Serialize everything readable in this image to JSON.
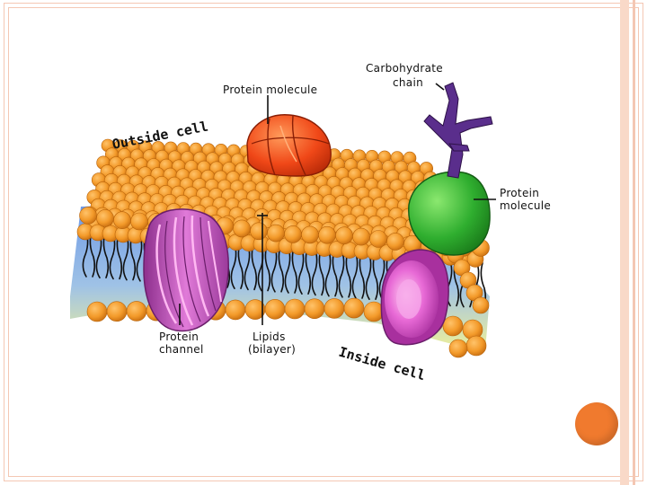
{
  "labels": {
    "protein_molecule_top": "Protein molecule",
    "carbohydrate_chain_line1": "Carbohydrate",
    "carbohydrate_chain_line2": "chain",
    "outside_cell": "Outside cell",
    "protein_molecule_right_line1": "Protein",
    "protein_molecule_right_line2": "molecule",
    "protein_channel_line1": "Protein",
    "protein_channel_line2": "channel",
    "lipids_line1": "Lipids",
    "lipids_line2": "(bilayer)",
    "inside_cell": "Inside cell"
  },
  "colors": {
    "lipid_head": "#f39a2a",
    "lipid_head_dark": "#d97811",
    "bilayer_top": "#7ea6e6",
    "bilayer_bottom": "#f2f0a2",
    "channel_protein": "#c957c4",
    "channel_protein_dark": "#8a2b8a",
    "inner_protein": "#e870d8",
    "top_protein": "#f14a1e",
    "right_protein": "#3bb23b",
    "carbohydrate": "#5a2e8c",
    "accent": "#f07a2e"
  }
}
